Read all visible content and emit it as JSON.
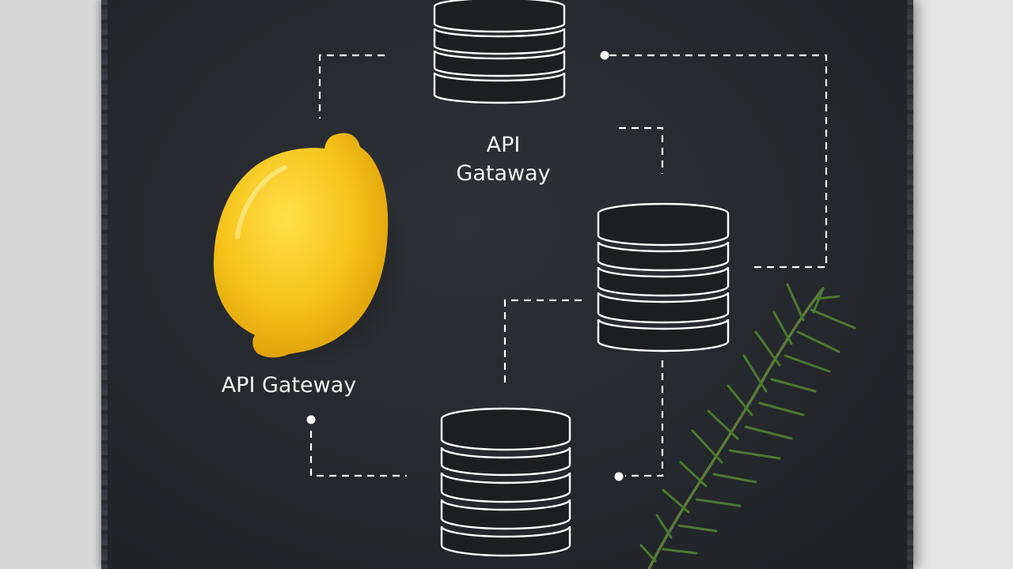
{
  "labels": {
    "gateway_top_line1": "API",
    "gateway_top_line2": "Gataway",
    "gateway_left": "API Gateway"
  },
  "colors": {
    "slate": "#26292d",
    "line": "#ffffff",
    "lemon": "#f5c518",
    "rosemary": "#3f6b2a",
    "background": "#dcdcdc"
  },
  "objects": [
    "database-icon",
    "database-icon",
    "database-icon",
    "lemon",
    "rosemary-sprig"
  ]
}
